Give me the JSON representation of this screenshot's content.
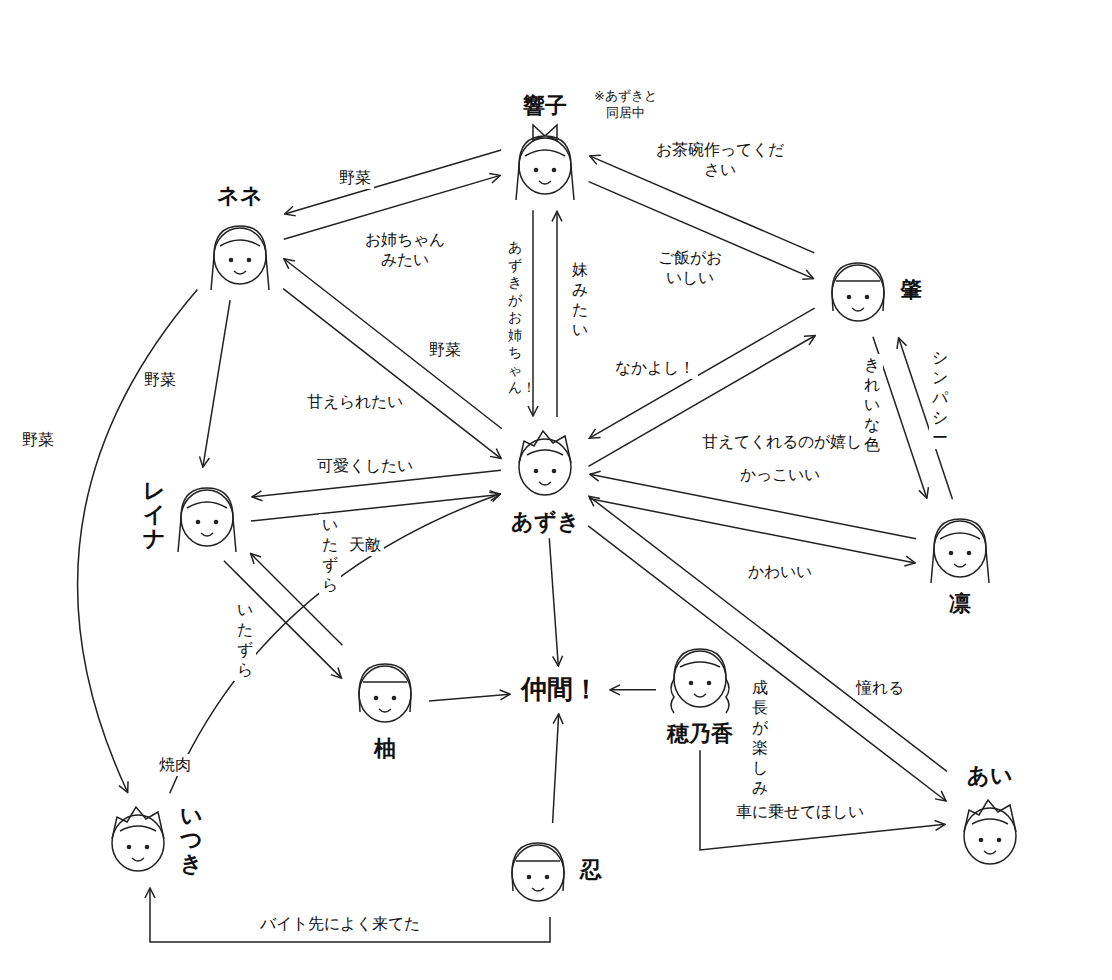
{
  "diagram": {
    "nodes": [
      {
        "text": [
          "響子"
        ]
      },
      {
        "text": [
          "ネネ"
        ]
      },
      {
        "text": [
          "肇"
        ]
      },
      {
        "text": [
          "レイナ"
        ]
      },
      {
        "text": [
          "あずき"
        ]
      },
      {
        "text": [
          "凛"
        ]
      },
      {
        "text": [
          "仲間！"
        ]
      },
      {
        "text": [
          "柚"
        ]
      },
      {
        "text": [
          "穂乃香"
        ]
      },
      {
        "text": [
          "あい"
        ]
      },
      {
        "text": [
          "いつき"
        ]
      },
      {
        "text": [
          "忍"
        ]
      }
    ],
    "edges": [
      {
        "from": 1,
        "to": 0,
        "arrow": "to",
        "label": "野菜"
      },
      {
        "from": 0,
        "to": 1,
        "arrow": "to",
        "label": "お姉ちゃんみたい"
      },
      {
        "from": 0,
        "to": 2,
        "arrow": "to",
        "label": "お茶碗作ってください"
      },
      {
        "from": 2,
        "to": 0,
        "arrow": "to",
        "label": "ご飯がおいしい"
      },
      {
        "from": 4,
        "to": 0,
        "arrow": "to",
        "label": "あずきがお姉ちゃん！"
      },
      {
        "from": 0,
        "to": 4,
        "arrow": "to",
        "label": "妹みたい"
      },
      {
        "from": 1,
        "to": 4,
        "arrow": "to",
        "label": "野菜"
      },
      {
        "from": 4,
        "to": 1,
        "arrow": "to",
        "label": "甘えられたい"
      },
      {
        "from": 1,
        "to": 3,
        "arrow": "to",
        "label": "野菜"
      },
      {
        "from": 1,
        "to": 10,
        "arrow": "to",
        "label": "野菜"
      },
      {
        "from": 4,
        "to": 2,
        "arrow": "to",
        "label": "なかよし！"
      },
      {
        "from": 2,
        "to": 4,
        "arrow": "to",
        "label": "甘えてくれるのが嬉しい"
      },
      {
        "from": 2,
        "to": 5,
        "arrow": "to",
        "label": "きれいな色"
      },
      {
        "from": 5,
        "to": 2,
        "arrow": "to",
        "label": "シンパシー"
      },
      {
        "from": 4,
        "to": 3,
        "arrow": "to",
        "label": "可愛くしたい"
      },
      {
        "from": 3,
        "to": 4,
        "arrow": "to",
        "label": "天敵"
      },
      {
        "from": 4,
        "to": 5,
        "arrow": "to",
        "label": "かっこいい"
      },
      {
        "from": 5,
        "to": 4,
        "arrow": "to",
        "label": "かわいい"
      },
      {
        "from": 4,
        "to": 6,
        "arrow": "to"
      },
      {
        "from": 7,
        "to": 6,
        "arrow": "to"
      },
      {
        "from": 8,
        "to": 6,
        "arrow": "to"
      },
      {
        "from": 11,
        "to": 6,
        "arrow": "to"
      },
      {
        "from": 7,
        "to": 3,
        "arrow": "to",
        "label": "いたずら"
      },
      {
        "from": 3,
        "to": 7,
        "arrow": "to",
        "label": "いたずら"
      },
      {
        "from": 10,
        "to": 4,
        "arrow": "to",
        "label": "焼肉"
      },
      {
        "from": 8,
        "to": 9,
        "arrow": "to",
        "label": "車に乗せてほしい"
      },
      {
        "from": 4,
        "to": 9,
        "arrow": "to",
        "label": "憧れる"
      },
      {
        "from": 9,
        "to": 4,
        "arrow": "to",
        "label": "成長が楽しみ"
      },
      {
        "from": 11,
        "to": 10,
        "arrow": "to",
        "label": "バイト先によく来てた"
      }
    ],
    "labels": [
      "※あずきと同居中"
    ]
  }
}
